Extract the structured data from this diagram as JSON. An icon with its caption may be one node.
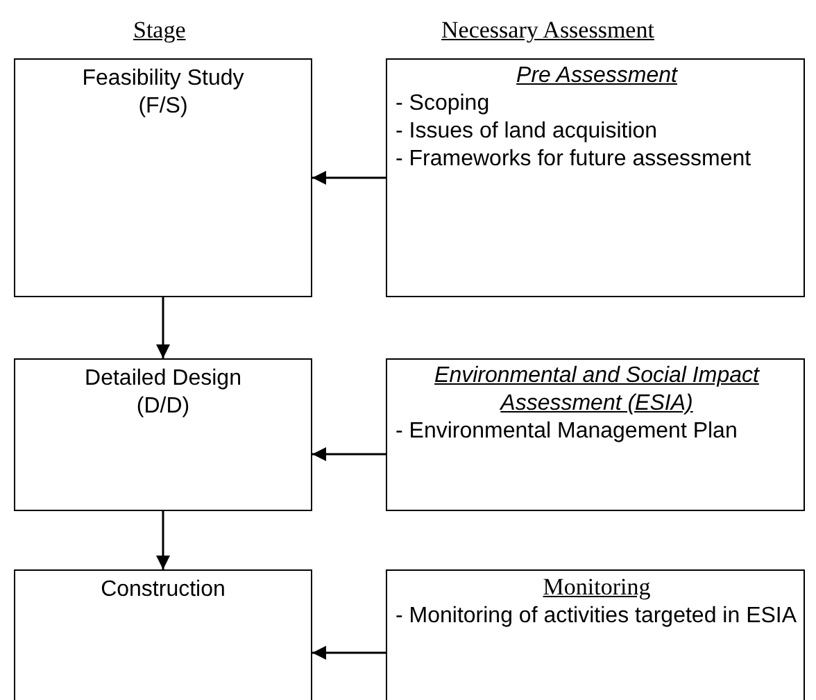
{
  "diagram": {
    "nodes": [
      {
        "text": [
          "Feasibility Study (F/S)"
        ]
      },
      {
        "text": [
          "Pre Assessment",
          "- Scoping",
          "- Issues of land acquisition",
          "- Frameworks for future assessment"
        ]
      },
      {
        "text": [
          "Detailed Design (D/D)"
        ]
      },
      {
        "text": [
          "Environmental and Social Impact Assessment (ESIA)",
          "- Environmental Management Plan"
        ]
      },
      {
        "text": [
          "Construction"
        ]
      },
      {
        "text": [
          "Monitoring",
          "- Monitoring of activities targeted in ESIA"
        ]
      }
    ],
    "edges": [
      {
        "from": 1,
        "to": 0,
        "arrow": "to"
      },
      {
        "from": 0,
        "to": 2,
        "arrow": "to"
      },
      {
        "from": 3,
        "to": 2,
        "arrow": "to"
      },
      {
        "from": 2,
        "to": 4,
        "arrow": "to"
      },
      {
        "from": 5,
        "to": 4,
        "arrow": "to"
      }
    ],
    "labels": [
      "Stage",
      "Necessary Assessment"
    ]
  }
}
